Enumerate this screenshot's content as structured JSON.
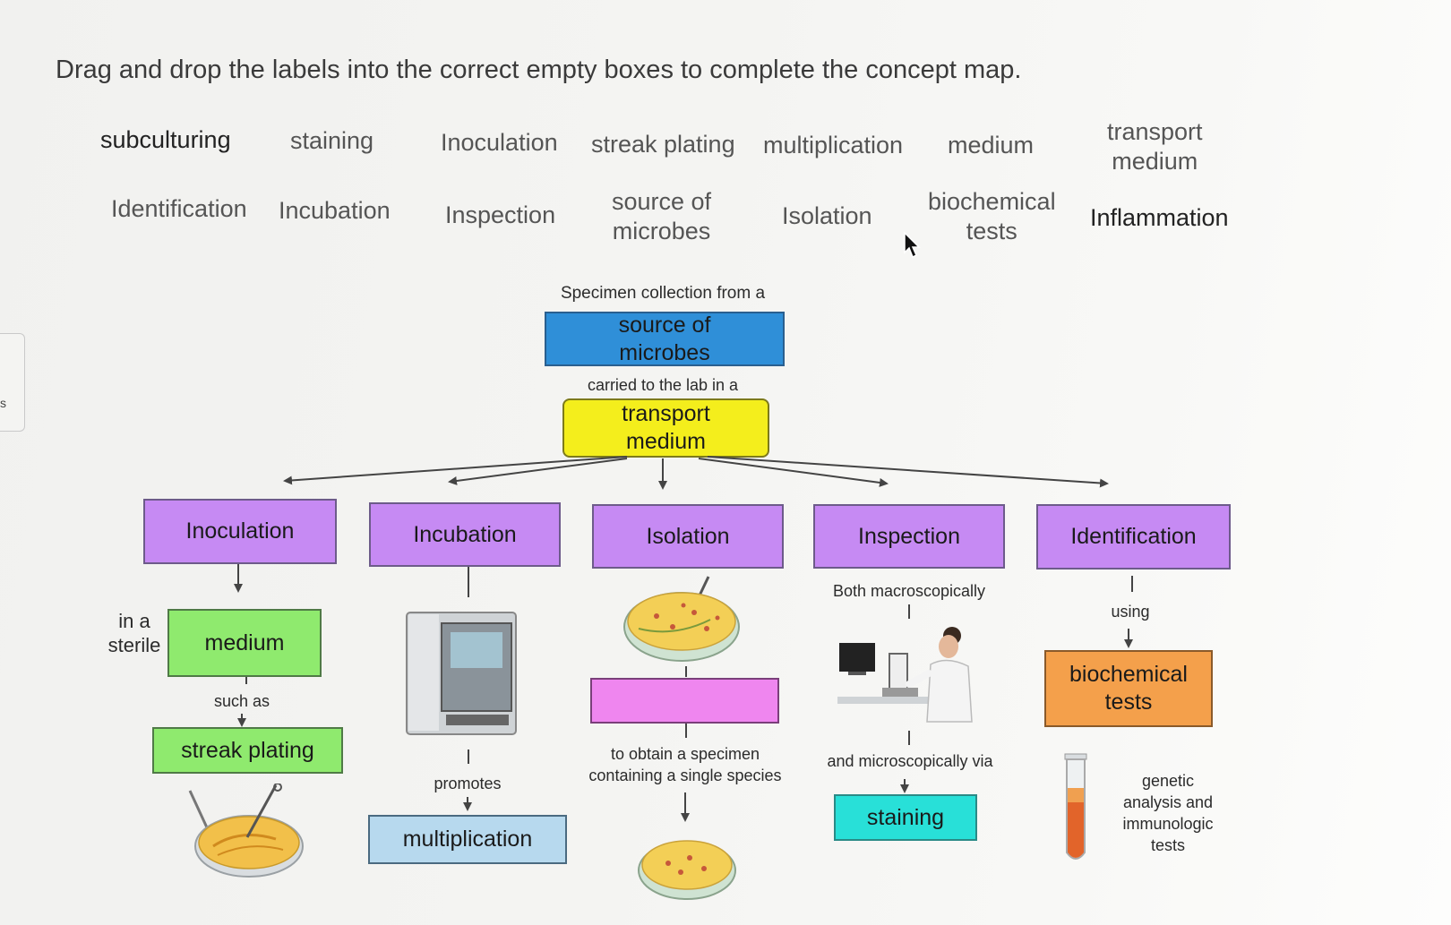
{
  "instruction": "Drag and drop the labels into the correct empty boxes to complete the concept map.",
  "side_tab_text": "s",
  "labels_row1": [
    "subculturing",
    "staining",
    "Inoculation",
    "streak plating",
    "multiplication",
    "medium",
    "transport\nmedium"
  ],
  "labels_row2": [
    "Identification",
    "Incubation",
    "Inspection",
    "source of\nmicrobes",
    "Isolation",
    "biochemical\ntests",
    "Inflammation"
  ],
  "map": {
    "specimen_text": "Specimen collection from a",
    "source_box": "source of\nmicrobes",
    "carried_text": "carried to the lab in a",
    "transport_box": "transport\nmedium",
    "steps": [
      "Inoculation",
      "Incubation",
      "Isolation",
      "Inspection",
      "Identification"
    ],
    "in_a_sterile": "in a\nsterile",
    "medium_box": "medium",
    "such_as": "such as",
    "streak_box": "streak plating",
    "promotes": "promotes",
    "multiplication_box": "multiplication",
    "isolation_empty_box": "",
    "obtain_text": "to obtain a specimen\ncontaining a single species",
    "both_macro": "Both macroscopically",
    "and_micro": "and microscopically via",
    "staining_box": "staining",
    "using": "using",
    "biochem_box": "biochemical\ntests",
    "genetic_text": "genetic\nanalysis and\nimmunologic\ntests"
  },
  "colors": {
    "source_box": "#2f8fd8",
    "transport_box": "#f4ee1c",
    "step_boxes": "#c68af3",
    "green_boxes": "#8fea6e",
    "multiplication_box": "#b7d9ee",
    "isolation_empty_box": "#ef86ef",
    "staining_box": "#28e0d8",
    "biochem_box": "#f4a04b"
  },
  "icons": [
    "petri-dish-icon",
    "incubator-icon",
    "microscope-scientist-icon",
    "test-tube-icon",
    "mouse-cursor-icon"
  ]
}
